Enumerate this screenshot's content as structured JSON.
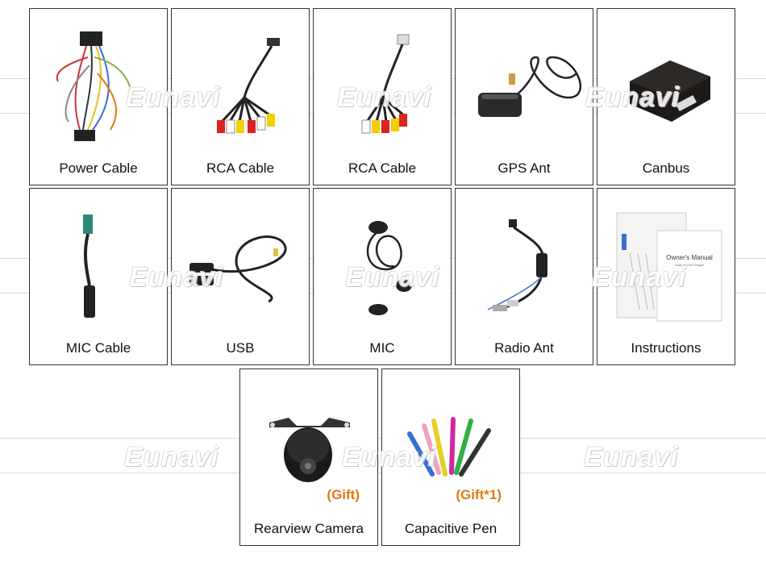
{
  "watermark": "Eunavi",
  "colors": {
    "gift": "#e07a10",
    "border": "#333333"
  },
  "items": [
    {
      "label": "Power Cable",
      "icon": "wire-harness-icon"
    },
    {
      "label": "RCA Cable",
      "icon": "rca-cable-icon"
    },
    {
      "label": "RCA Cable",
      "icon": "rca-cable-small-icon"
    },
    {
      "label": "GPS Ant",
      "icon": "gps-antenna-icon"
    },
    {
      "label": "Canbus",
      "icon": "canbus-box-icon"
    },
    {
      "label": "MIC Cable",
      "icon": "mic-cable-icon"
    },
    {
      "label": "USB",
      "icon": "usb-cable-icon"
    },
    {
      "label": "MIC",
      "icon": "microphone-icon"
    },
    {
      "label": "Radio Ant",
      "icon": "radio-antenna-icon"
    },
    {
      "label": "Instructions",
      "icon": "manual-icon",
      "manual_title": "Owner's Manual",
      "manual_subtitle": "Android DVD Player"
    },
    {
      "label": "Rearview Camera",
      "icon": "camera-icon",
      "gift": "(Gift)"
    },
    {
      "label": "Capacitive Pen",
      "icon": "stylus-pens-icon",
      "gift": "(Gift*1)"
    }
  ]
}
